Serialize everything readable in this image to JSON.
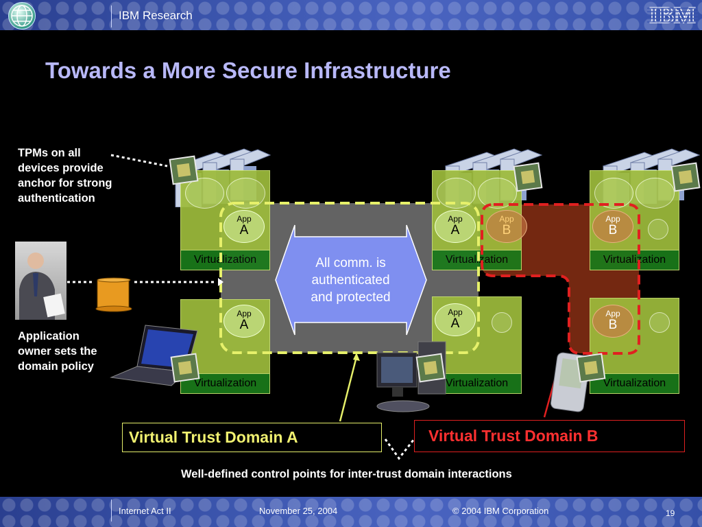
{
  "header": {
    "org": "IBM Research",
    "logo_text": "IBM",
    "globe_icon": "globe-icon"
  },
  "title": "Towards a More Secure Infrastructure",
  "left_notes": {
    "tpm": [
      "TPMs on all",
      "devices provide",
      "anchor for strong",
      "authentication"
    ],
    "owner": [
      "Application",
      "owner sets the",
      "domain policy"
    ]
  },
  "virt_label": "Virtualization",
  "app_label": "App",
  "apps": {
    "a": "A",
    "b": "B"
  },
  "center_note": [
    "All comm. is",
    "authenticated",
    "and protected"
  ],
  "domains": {
    "a": "Virtual Trust Domain A",
    "b": "Virtual Trust Domain B"
  },
  "control_points": "Well-defined control points for inter-trust domain interactions",
  "footer": {
    "left": "Internet Act II",
    "date": "November 25, 2004",
    "copyright": "© 2004 IBM Corporation",
    "page": "19"
  },
  "colors": {
    "domain_a": "#e6f06a",
    "domain_b": "#e02020",
    "virtualization": "#9dbb3c",
    "center_arrow": "#7f8ff0"
  }
}
